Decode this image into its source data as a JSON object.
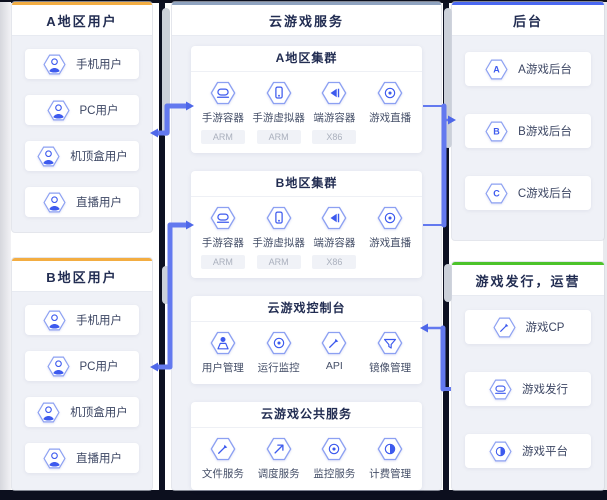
{
  "colors": {
    "accent_users": "#F3AD42",
    "accent_cloud": "#8FA3C0",
    "accent_backend": "#4A68F2",
    "accent_publishing": "#4CC32A",
    "connector_blue": "#6379EF",
    "panel_body": "#EFF1F7",
    "title_text": "#222D52",
    "glyph_blue": "#3D5AEE"
  },
  "panels": {
    "region_a_users": {
      "title": "A地区用户",
      "items": [
        {
          "label": "手机用户",
          "icon": "mobile-user"
        },
        {
          "label": "PC用户",
          "icon": "pc-user"
        },
        {
          "label": "机顶盒用户",
          "icon": "settop-box-user"
        },
        {
          "label": "直播用户",
          "icon": "live-user"
        }
      ]
    },
    "region_b_users": {
      "title": "B地区用户",
      "items": [
        {
          "label": "手机用户",
          "icon": "mobile-user"
        },
        {
          "label": "PC用户",
          "icon": "pc-user"
        },
        {
          "label": "机顶盒用户",
          "icon": "settop-box-user"
        },
        {
          "label": "直播用户",
          "icon": "live-user"
        }
      ]
    },
    "cloud_service": {
      "title": "云游戏服务",
      "sections": [
        {
          "title": "A地区集群",
          "items": [
            {
              "label": "手游容器",
              "tag": "ARM",
              "icon": "mobile-game-container"
            },
            {
              "label": "手游虚拟器",
              "tag": "ARM",
              "icon": "mobile-game-emulator"
            },
            {
              "label": "端游容器",
              "tag": "X86",
              "icon": "pc-game-container"
            },
            {
              "label": "游戏直播",
              "tag": "",
              "icon": "game-live-stream"
            }
          ]
        },
        {
          "title": "B地区集群",
          "items": [
            {
              "label": "手游容器",
              "tag": "ARM",
              "icon": "mobile-game-container"
            },
            {
              "label": "手游虚拟器",
              "tag": "ARM",
              "icon": "mobile-game-emulator"
            },
            {
              "label": "端游容器",
              "tag": "X86",
              "icon": "pc-game-container"
            },
            {
              "label": "游戏直播",
              "tag": "",
              "icon": "game-live-stream"
            }
          ]
        },
        {
          "title": "云游戏控制台",
          "items": [
            {
              "label": "用户管理",
              "icon": "user-management"
            },
            {
              "label": "运行监控",
              "icon": "runtime-monitor"
            },
            {
              "label": "API",
              "icon": "api"
            },
            {
              "label": "镜像管理",
              "icon": "image-management"
            }
          ]
        },
        {
          "title": "云游戏公共服务",
          "items": [
            {
              "label": "文件服务",
              "icon": "file-service"
            },
            {
              "label": "调度服务",
              "icon": "scheduling-service"
            },
            {
              "label": "监控服务",
              "icon": "monitoring-service"
            },
            {
              "label": "计费管理",
              "icon": "billing-management"
            }
          ]
        }
      ]
    },
    "backend": {
      "title": "后台",
      "items": [
        {
          "label": "A游戏后台",
          "letter": "A"
        },
        {
          "label": "B游戏后台",
          "letter": "B"
        },
        {
          "label": "C游戏后台",
          "letter": "C"
        }
      ]
    },
    "publishing": {
      "title": "游戏发行，运营",
      "items": [
        {
          "label": "游戏CP",
          "icon": "game-cp"
        },
        {
          "label": "游戏发行",
          "icon": "game-publishing"
        },
        {
          "label": "游戏平台",
          "icon": "game-platform"
        }
      ]
    }
  }
}
